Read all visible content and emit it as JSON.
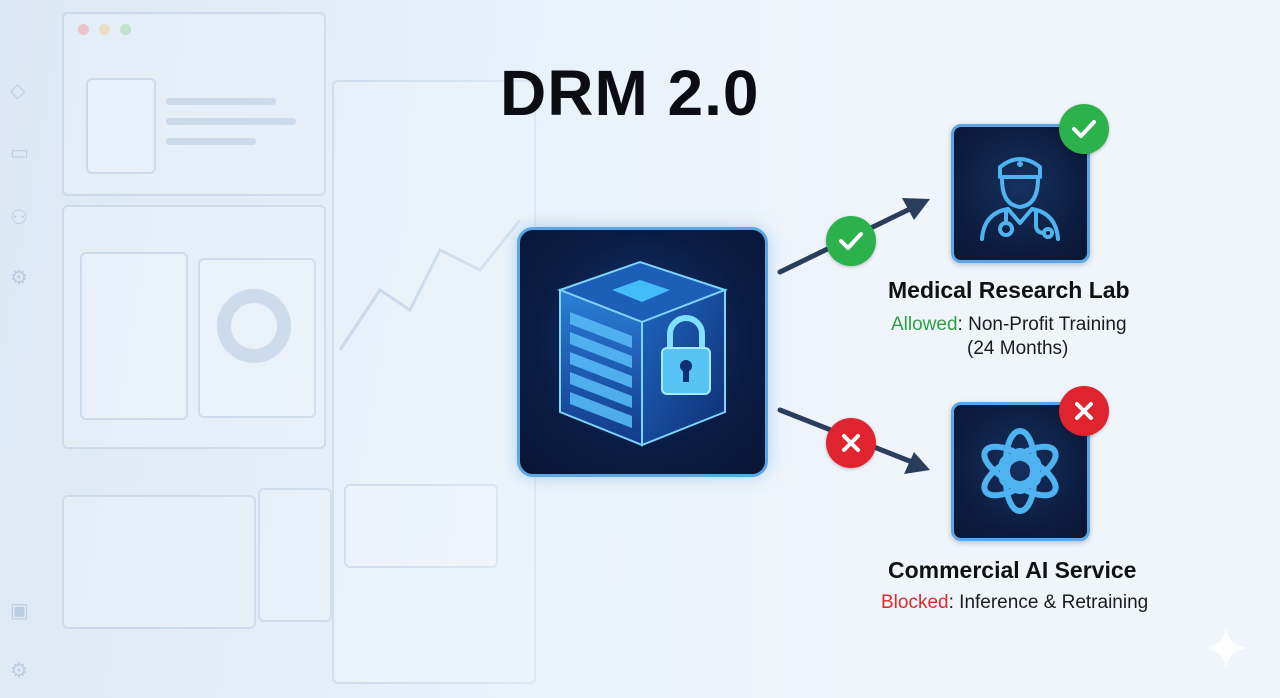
{
  "title": "DRM 2.0",
  "nodes": {
    "medical": {
      "name": "Medical Research Lab",
      "status": "Allowed",
      "detail": ": Non-Profit Training",
      "duration": "(24 Months)",
      "status_color": "#2ea043",
      "icon": "doctor-icon",
      "access": "allowed"
    },
    "commercial": {
      "name": "Commercial AI Service",
      "status": "Blocked",
      "detail": ": Inference & Retraining",
      "status_color": "#d92d2d",
      "icon": "openai-logo-icon",
      "access": "blocked"
    }
  },
  "center": {
    "icon": "locked-data-cube-icon"
  },
  "colors": {
    "allowed": "#2bb24c",
    "blocked": "#e0242f",
    "tile_border": "#5aa6e6",
    "arrow": "#2a3e5c"
  }
}
